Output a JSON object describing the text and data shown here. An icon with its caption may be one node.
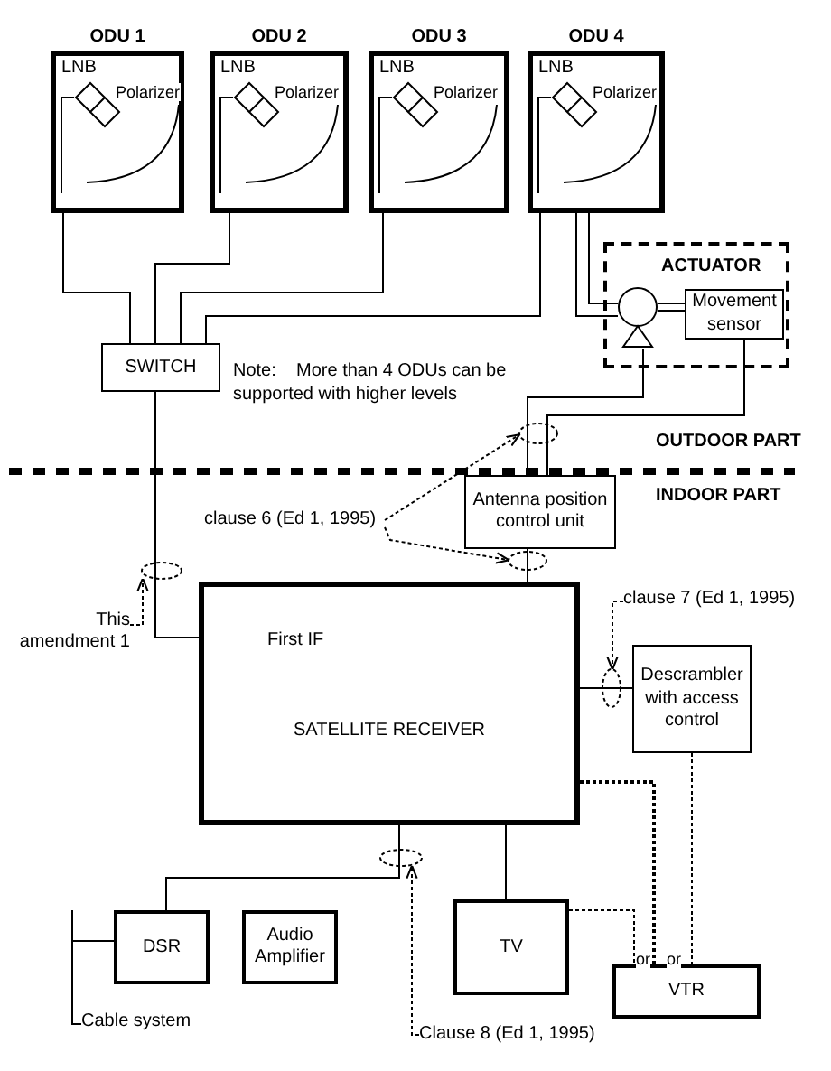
{
  "diagram": {
    "nodes": [
      {
        "text": [
          "ODU 1",
          "LNB",
          "Polarizer"
        ]
      },
      {
        "text": [
          "ODU 2",
          "LNB",
          "Polarizer"
        ]
      },
      {
        "text": [
          "ODU 3",
          "LNB",
          "Polarizer"
        ]
      },
      {
        "text": [
          "ODU 4",
          "LNB",
          "Polarizer"
        ]
      },
      {
        "text": [
          "ACTUATOR"
        ]
      },
      {
        "text": [],
        "shape": "circle",
        "in": 4
      },
      {
        "text": [
          "Movement sensor"
        ],
        "in": 4
      },
      {
        "text": [
          "SWITCH"
        ]
      },
      {
        "text": [],
        "shape": "ellipse"
      },
      {
        "text": [
          "clause 6 (Ed 1, 1995)"
        ]
      },
      {
        "text": [
          "Antenna position control unit"
        ]
      },
      {
        "text": [],
        "shape": "ellipse"
      },
      {
        "text": [],
        "shape": "ellipse"
      },
      {
        "text": [
          "This amendment 1"
        ]
      },
      {
        "text": [
          "clause 7 (Ed 1, 1995)"
        ]
      },
      {
        "text": [
          "SATELLITE RECEIVER"
        ]
      },
      {
        "text": [],
        "shape": "ellipse"
      },
      {
        "text": [
          "Descrambler with access control"
        ]
      },
      {
        "text": [],
        "shape": "ellipse"
      },
      {
        "text": [
          "DSR"
        ]
      },
      {
        "text": [
          "Audio Amplifier"
        ]
      },
      {
        "text": [
          "TV"
        ]
      },
      {
        "text": [
          "VTR"
        ]
      },
      {
        "text": [
          "Cable system"
        ]
      },
      {
        "text": [
          "Clause 8 (Ed 1, 1995)"
        ]
      }
    ],
    "edges": [
      {
        "from": 0,
        "to": 7,
        "arrow": "none"
      },
      {
        "from": 1,
        "to": 7,
        "arrow": "none"
      },
      {
        "from": 2,
        "to": 7,
        "arrow": "none"
      },
      {
        "from": 3,
        "to": 7,
        "arrow": "none"
      },
      {
        "from": 3,
        "to": 5,
        "arrow": "none"
      },
      {
        "from": 3,
        "to": 5,
        "arrow": "none"
      },
      {
        "from": 5,
        "to": 6,
        "arrow": "none"
      },
      {
        "from": 5,
        "to": 10,
        "arrow": "none"
      },
      {
        "from": 6,
        "to": 10,
        "arrow": "none"
      },
      {
        "from": 9,
        "to": 8,
        "arrow": "to",
        "style": "dashed"
      },
      {
        "from": 9,
        "to": 11,
        "arrow": "to",
        "style": "dashed"
      },
      {
        "from": 10,
        "to": 15,
        "arrow": "none"
      },
      {
        "from": 7,
        "to": 15,
        "arrow": "none"
      },
      {
        "from": 13,
        "to": 12,
        "arrow": "to",
        "style": "dashed"
      },
      {
        "from": 14,
        "to": 16,
        "arrow": "to",
        "style": "dashed"
      },
      {
        "from": 15,
        "to": 17,
        "arrow": "none"
      },
      {
        "from": 17,
        "to": 22,
        "arrow": "none",
        "style": "dashed"
      },
      {
        "from": 15,
        "to": 22,
        "arrow": "none",
        "style": "dashed"
      },
      {
        "from": 15,
        "to": 19,
        "arrow": "none"
      },
      {
        "from": 15,
        "to": 21,
        "arrow": "none"
      },
      {
        "from": 21,
        "to": 22,
        "arrow": "none",
        "style": "dashed"
      },
      {
        "from": 23,
        "to": 19,
        "arrow": "none"
      },
      {
        "from": 24,
        "to": 18,
        "arrow": "to",
        "style": "dashed"
      }
    ],
    "labels": [
      "Note:    More than 4 ODUs can be supported with higher levels",
      "OUTDOOR PART",
      "INDOOR PART",
      "First IF",
      "or",
      "or"
    ]
  }
}
